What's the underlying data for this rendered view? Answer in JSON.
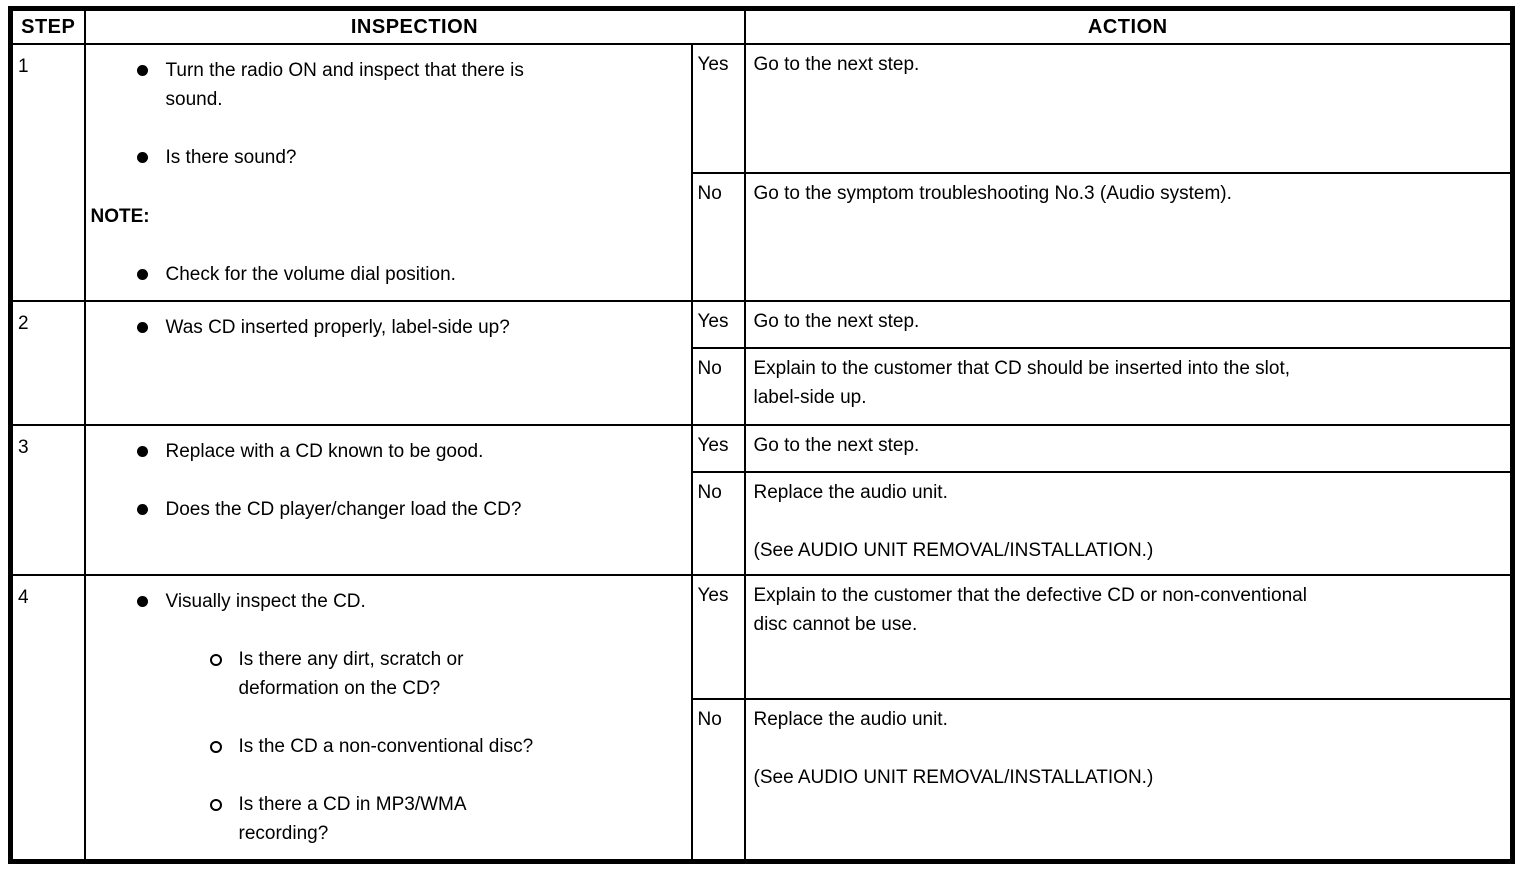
{
  "colors": {
    "border": "#000000",
    "text": "#000000",
    "background": "#ffffff"
  },
  "icons": {
    "bullet": "filled-circle",
    "sub_bullet": "open-circle"
  },
  "header": {
    "step": "STEP",
    "inspection": "INSPECTION",
    "action": "ACTION"
  },
  "rows": [
    {
      "step": "1",
      "inspection": [
        {
          "level": "bullet",
          "lines": [
            "Turn the radio ON and inspect that there is",
            "sound."
          ]
        },
        {
          "level": "bullet",
          "lines": [
            "Is there sound?"
          ]
        },
        {
          "level": "note",
          "lines": [
            "NOTE:"
          ]
        },
        {
          "level": "bullet",
          "lines": [
            "Check for the volume dial position."
          ]
        }
      ],
      "yes": {
        "label": "Yes",
        "lines": [
          "Go to the next step."
        ]
      },
      "no": {
        "label": "No",
        "lines": [
          "Go to the symptom troubleshooting No.3 (Audio system)."
        ]
      }
    },
    {
      "step": "2",
      "inspection": [
        {
          "level": "bullet",
          "lines": [
            "Was CD inserted properly, label-side up?"
          ]
        }
      ],
      "yes": {
        "label": "Yes",
        "lines": [
          "Go to the next step."
        ]
      },
      "no": {
        "label": "No",
        "lines": [
          "Explain to the customer that CD should be inserted into the slot,",
          "label-side up."
        ]
      }
    },
    {
      "step": "3",
      "inspection": [
        {
          "level": "bullet",
          "lines": [
            "Replace with a CD known to be good."
          ]
        },
        {
          "level": "bullet",
          "lines": [
            "Does the CD player/changer load the CD?"
          ]
        }
      ],
      "yes": {
        "label": "Yes",
        "lines": [
          "Go to the next step."
        ]
      },
      "no": {
        "label": "No",
        "lines": [
          "Replace the audio unit.",
          "",
          "(See AUDIO UNIT REMOVAL/INSTALLATION.)"
        ]
      }
    },
    {
      "step": "4",
      "inspection": [
        {
          "level": "bullet",
          "lines": [
            "Visually inspect the CD."
          ]
        },
        {
          "level": "sub",
          "lines": [
            "Is there any dirt, scratch or",
            "deformation on the CD?"
          ]
        },
        {
          "level": "sub",
          "lines": [
            "Is the CD a non-conventional disc?"
          ]
        },
        {
          "level": "sub",
          "lines": [
            "Is there a CD in MP3/WMA",
            "recording?"
          ]
        }
      ],
      "yes": {
        "label": "Yes",
        "lines": [
          "Explain to the customer that the defective CD or non-conventional",
          "disc cannot be use."
        ]
      },
      "no": {
        "label": "No",
        "lines": [
          "Replace the audio unit.",
          "",
          "(See AUDIO UNIT REMOVAL/INSTALLATION.)"
        ]
      }
    }
  ]
}
